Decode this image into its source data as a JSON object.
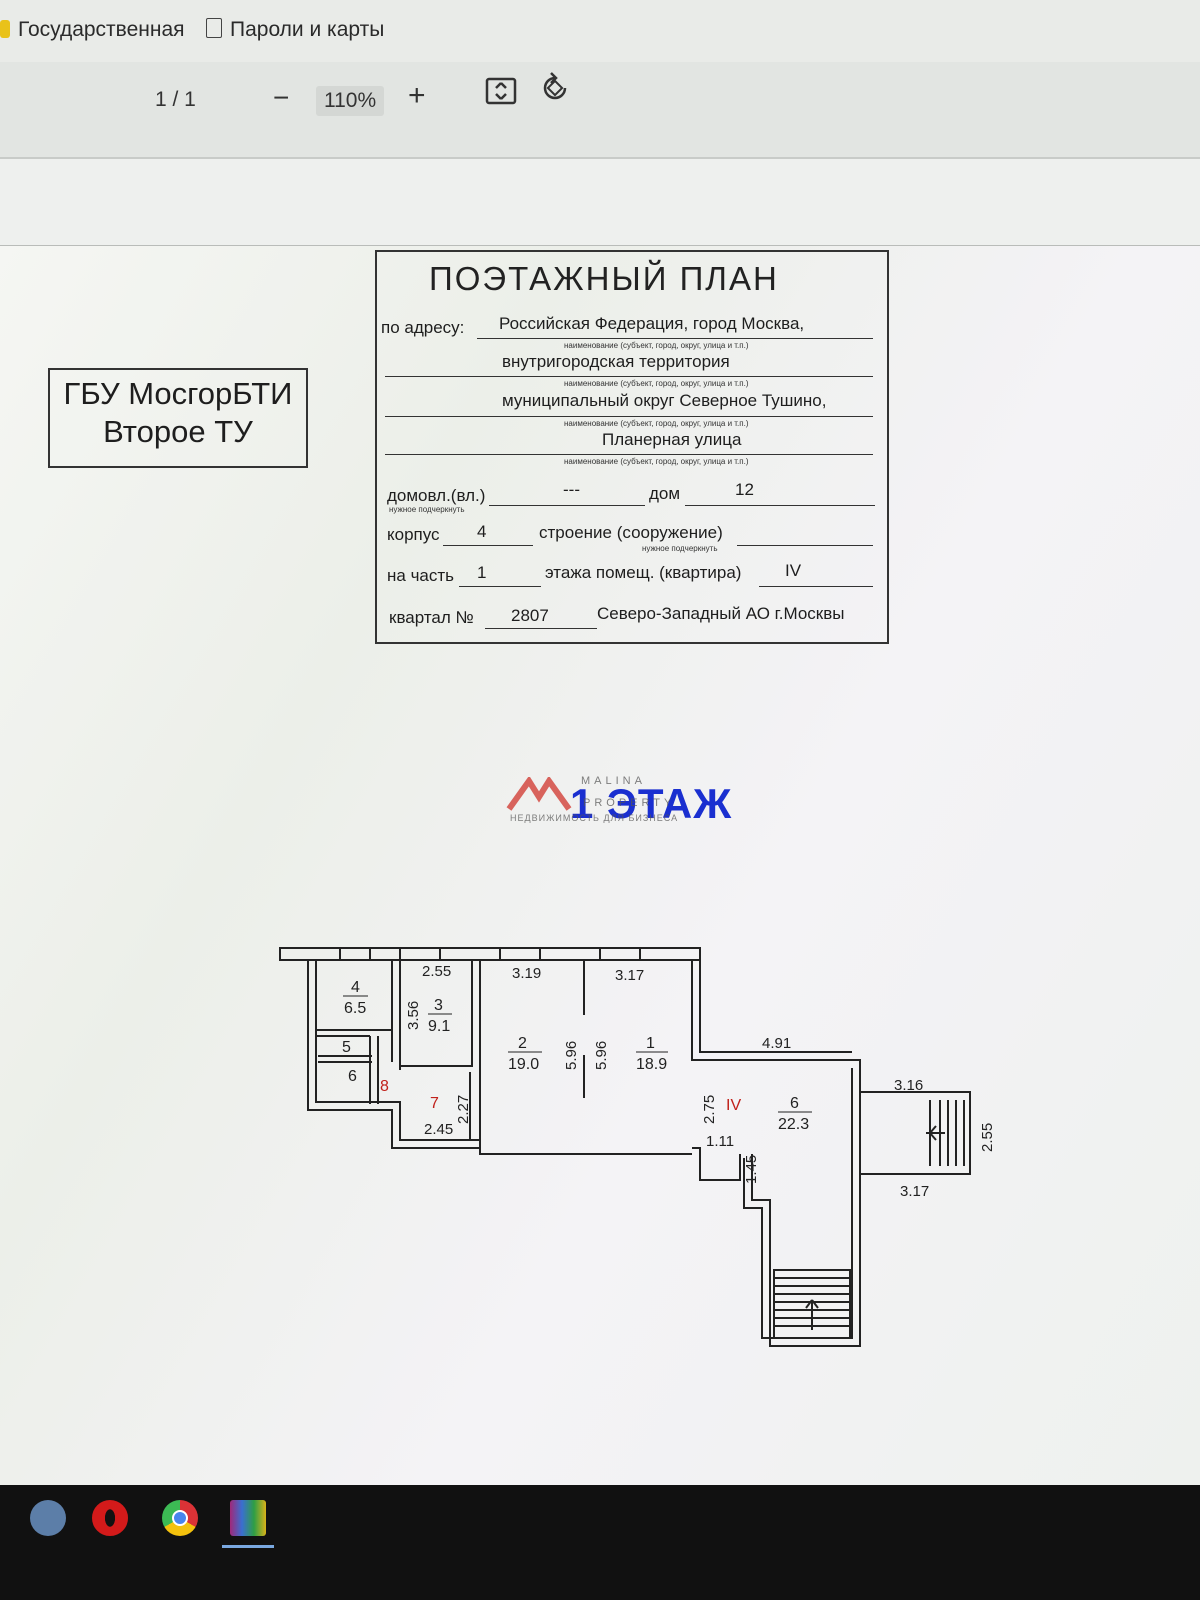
{
  "bookmarks": [
    {
      "label": "Государственная"
    },
    {
      "label": "Пароли и карты"
    }
  ],
  "pdf_toolbar": {
    "page_indicator": "1 / 1",
    "zoom_out": "−",
    "zoom_level": "110%",
    "zoom_in": "+"
  },
  "document": {
    "org": {
      "line1": "ГБУ МосгорБТИ",
      "line2": "Второе ТУ"
    },
    "plan": {
      "title": "ПОЭТАЖНЫЙ ПЛАН",
      "address_label": "по адресу:",
      "address_lines": [
        "Российская Федерация, город Москва,",
        "внутригородская территория",
        "муниципальный округ Северное Тушино,",
        "Планерная улица"
      ],
      "address_hint": "наименование (субъект, город, округ, улица и т.п.)",
      "domovl_label": "домовл.(вл.)",
      "domovl_value": "---",
      "underline_hint": "нужное подчеркнуть",
      "dom_label": "дом",
      "dom_value": "12",
      "korpus_label": "корпус",
      "korpus_value": "4",
      "stroenie_label": "строение (сооружение)",
      "chast_label": "на часть",
      "chast_value": "1",
      "etazh_label": "этажа помещ. (квартира)",
      "etazh_value": "IV",
      "kvartal_label": "квартал №",
      "kvartal_value": "2807",
      "kvartal_suffix": "Северо-Западный АО г.Москвы"
    },
    "floor_title": "1 ЭТАЖ",
    "watermark": {
      "line1": "MALINA",
      "line2": "PROPERTY",
      "line3": "НЕДВИЖИМОСТЬ ДЛЯ БИЗНЕСА"
    },
    "floorplan": {
      "dims": [
        "2.55",
        "3.19",
        "3.17",
        "4.91",
        "3.56",
        "5.96",
        "5.96",
        "2.75",
        "1.11",
        "1.45",
        "3.16",
        "2.55",
        "3.17",
        "2.27",
        "2.45"
      ],
      "rooms": [
        {
          "num": "4",
          "area": "6.5"
        },
        {
          "num": "3",
          "area": "9.1"
        },
        {
          "num": "5",
          "area": ""
        },
        {
          "num": "6",
          "area": ""
        },
        {
          "num": "7",
          "area": ""
        },
        {
          "num": "8",
          "area": ""
        },
        {
          "num": "2",
          "area": "19.0"
        },
        {
          "num": "1",
          "area": "18.9"
        },
        {
          "num": "6",
          "area": "22.3"
        }
      ],
      "premise": "IV"
    }
  },
  "colors": {
    "accent": "#1a2fd0",
    "red_mark": "#c0201a"
  }
}
